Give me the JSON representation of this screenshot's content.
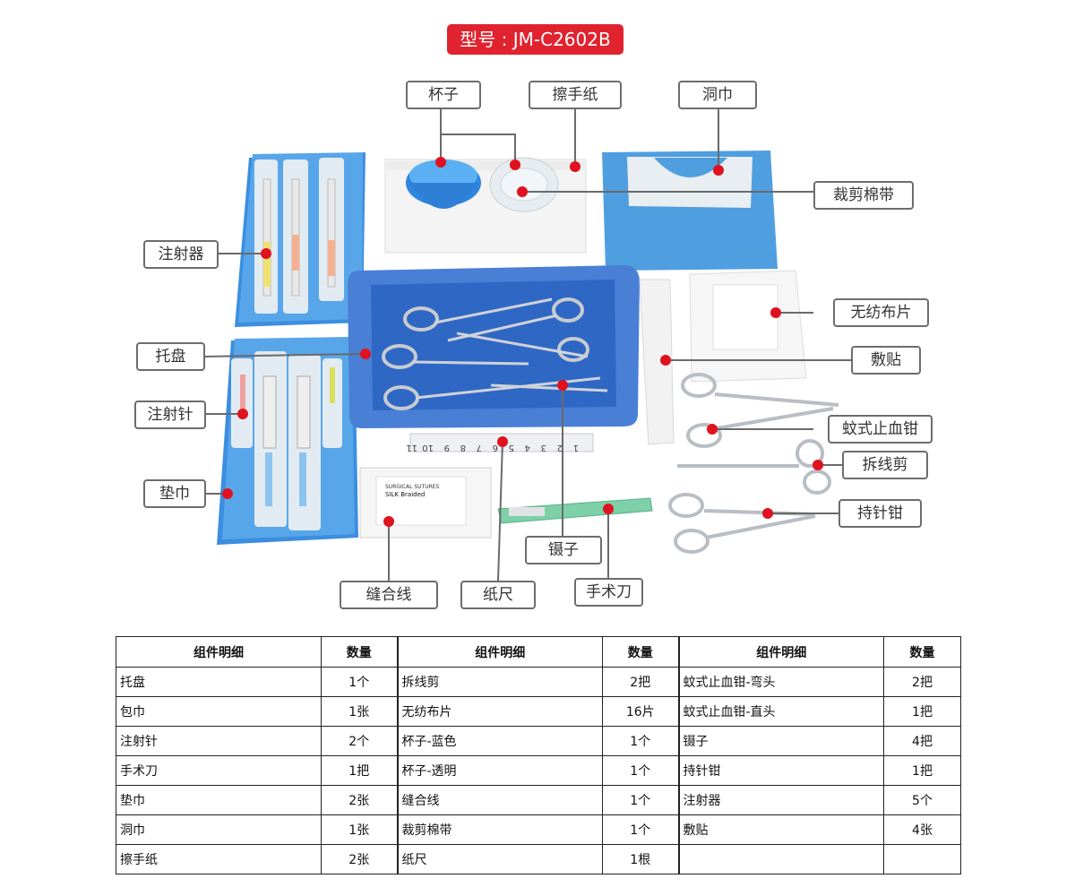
{
  "model": "型号 : JM-C2602B",
  "ruler_ticks": [
    "1",
    "2",
    "3",
    "4",
    "5",
    "6",
    "7",
    "8",
    "9",
    "10",
    "11"
  ],
  "suture_label": {
    "line1": "SURGICAL SUTURES",
    "line2": "SILK Braided"
  },
  "callouts": {
    "cup": "杯子",
    "towel": "擦手纸",
    "drape": "洞巾",
    "tape": "裁剪棉带",
    "syringe": "注射器",
    "nonwoven": "无纺布片",
    "tray": "托盘",
    "dressing": "敷贴",
    "needle": "注射针",
    "mosquito": "蚊式止血钳",
    "scissors": "拆线剪",
    "pad": "垫巾",
    "needle_holder": "持针钳",
    "tweezers": "镊子",
    "suture": "缝合线",
    "paper_ruler": "纸尺",
    "scalpel": "手术刀"
  },
  "table": {
    "headers": [
      "组件明细",
      "数量"
    ],
    "rows": [
      [
        [
          "托盘",
          "1个"
        ],
        [
          "拆线剪",
          "2把"
        ],
        [
          "蚊式止血钳-弯头",
          "2把"
        ]
      ],
      [
        [
          "包巾",
          "1张"
        ],
        [
          "无纺布片",
          "16片"
        ],
        [
          "蚊式止血钳-直头",
          "1把"
        ]
      ],
      [
        [
          "注射针",
          "2个"
        ],
        [
          "杯子-蓝色",
          "1个"
        ],
        [
          "镊子",
          "4把"
        ]
      ],
      [
        [
          "手术刀",
          "1把"
        ],
        [
          "杯子-透明",
          "1个"
        ],
        [
          "持针钳",
          "1把"
        ]
      ],
      [
        [
          "垫巾",
          "2张"
        ],
        [
          "缝合线",
          "1个"
        ],
        [
          "注射器",
          "5个"
        ]
      ],
      [
        [
          "洞巾",
          "1张"
        ],
        [
          "裁剪棉带",
          "1个"
        ],
        [
          "敷贴",
          "4张"
        ]
      ],
      [
        [
          "擦手纸",
          "2张"
        ],
        [
          "纸尺",
          "1根"
        ],
        [
          "",
          ""
        ]
      ]
    ]
  },
  "colors": {
    "badge": "#e0232f",
    "drape_blue": "#4f9ee0",
    "tray_blue": "#4a7fd6",
    "marker": "#e0121f"
  }
}
